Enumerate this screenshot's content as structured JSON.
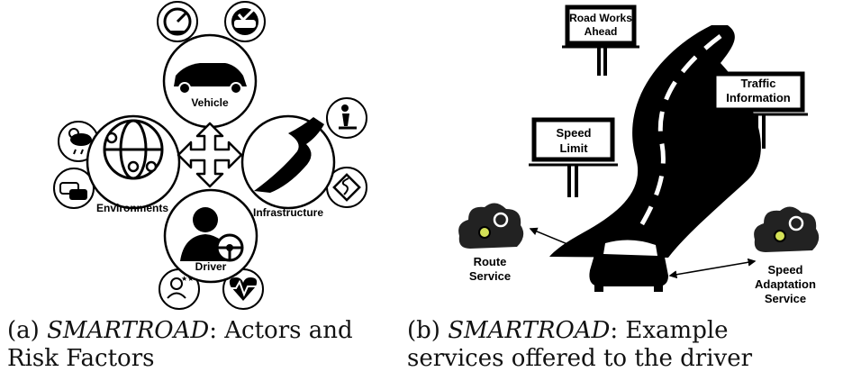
{
  "panel_a": {
    "center_labels": {
      "vehicle": "Vehicle",
      "environments": "Environments",
      "infrastructure": "Infrastructure",
      "driver": "Driver"
    },
    "icons": [
      "speedometer-icon",
      "car-check-icon",
      "weather-icon",
      "traffic-icon",
      "road-works-icon",
      "winding-road-sign-icon",
      "user-rating-icon",
      "heart-rate-icon",
      "globe-icon",
      "steering-wheel-icon",
      "four-way-arrow-icon"
    ],
    "caption": {
      "prefix": "(a) ",
      "name": "SMARTROAD",
      "text": ": Actors and Risk Factors"
    }
  },
  "panel_b": {
    "signs": {
      "road_works_line1": "Road Works",
      "road_works_line2": "Ahead",
      "traffic_line1": "Traffic",
      "traffic_line2": "Information",
      "speed_line1": "Speed",
      "speed_line2": "Limit"
    },
    "services": {
      "route_line1": "Route",
      "route_line2": "Service",
      "speed_line1": "Speed",
      "speed_line2": "Adaptation",
      "speed_line3": "Service"
    },
    "caption": {
      "prefix": "(b) ",
      "name": "SMARTROAD",
      "text": ": Example services offered to the driver"
    }
  }
}
